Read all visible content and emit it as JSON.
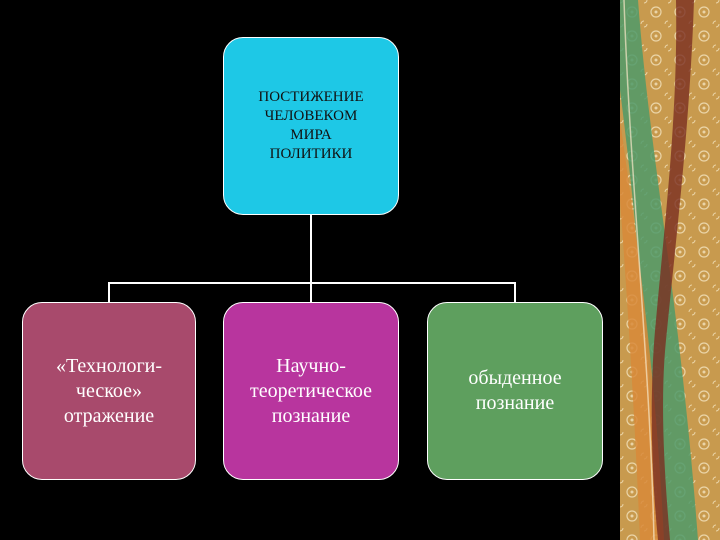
{
  "diagram": {
    "root": {
      "text": "ПОСТИЖЕНИЕ\nЧЕЛОВЕКОМ\nМИРА\nПОЛИТИКИ",
      "color": "#1ec8e6"
    },
    "children": [
      {
        "text": "«Технологи-\nческое»\nотражение",
        "color": "#a84a6c"
      },
      {
        "text": "Научно-\nтеоретическое\nпознание",
        "color": "#b8359e"
      },
      {
        "text": "обыденное\nпознание",
        "color": "#5e9f5e"
      }
    ]
  },
  "background_color": "#000000",
  "decoration": {
    "panel_color": "#c89a4e",
    "ribbon_colors": [
      "#4f9a6a",
      "#d88a3a",
      "#7a2e22"
    ]
  }
}
